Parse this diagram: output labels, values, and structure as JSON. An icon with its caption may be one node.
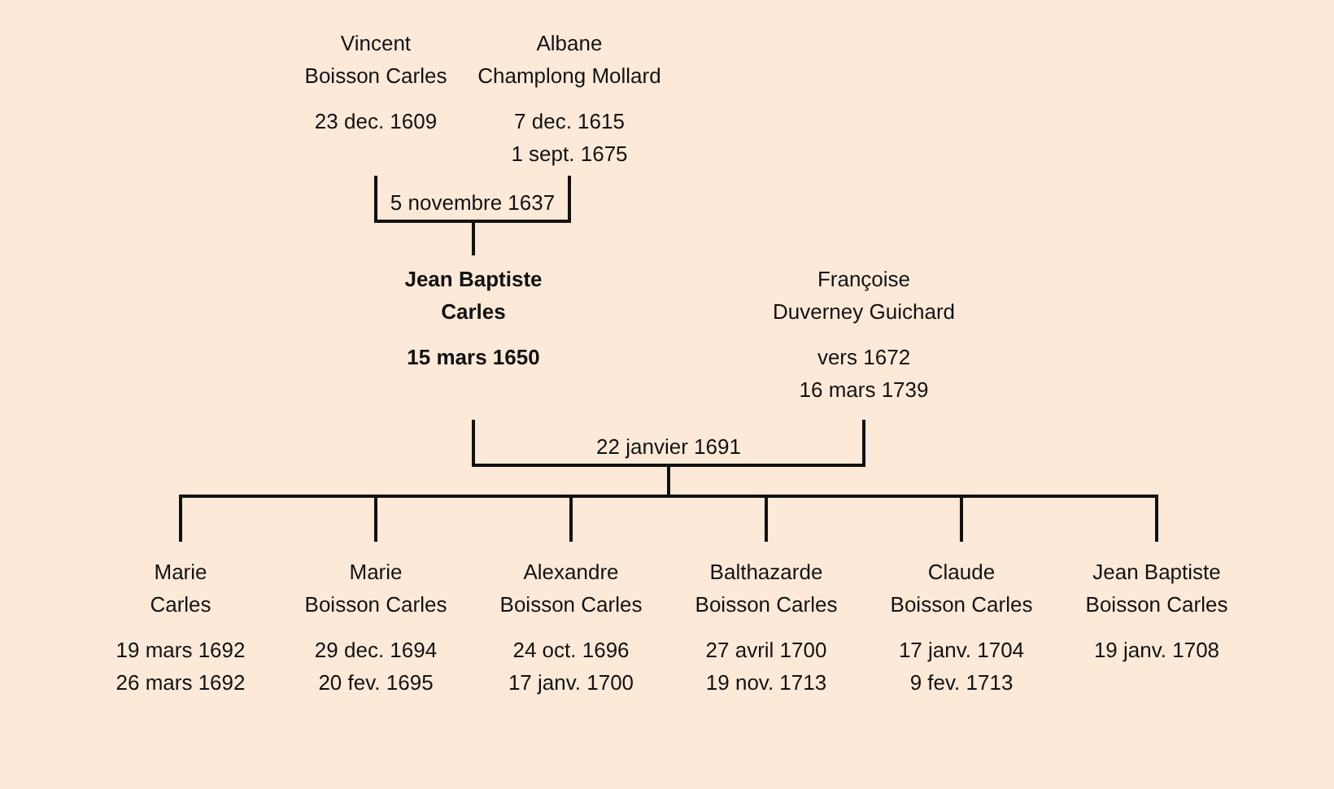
{
  "diagram": {
    "nodes": [
      {
        "text": [
          "Vincent",
          "Boisson Carles",
          "23 dec. 1609"
        ]
      },
      {
        "text": [
          "Albane",
          "Champlong Mollard",
          "7 dec. 1615",
          "1 sept. 1675"
        ]
      },
      {
        "text": [
          "Jean Baptiste",
          "Carles",
          "15 mars 1650"
        ]
      },
      {
        "text": [
          "Françoise",
          "Duverney Guichard",
          "vers 1672",
          "16 mars 1739"
        ]
      },
      {
        "text": [
          "Marie",
          "Carles",
          "19 mars 1692",
          "26 mars 1692"
        ]
      },
      {
        "text": [
          "Marie",
          "Boisson Carles",
          "29 dec. 1694",
          "20 fev. 1695"
        ]
      },
      {
        "text": [
          "Alexandre",
          "Boisson Carles",
          "24 oct. 1696",
          "17 janv. 1700"
        ]
      },
      {
        "text": [
          "Balthazarde",
          "Boisson Carles",
          "27 avril 1700",
          "19 nov. 1713"
        ]
      },
      {
        "text": [
          "Claude",
          "Boisson Carles",
          "17 janv. 1704",
          "9 fev. 1713"
        ]
      },
      {
        "text": [
          "Jean Baptiste",
          "Boisson Carles",
          "19 janv. 1708"
        ]
      }
    ],
    "edges": [
      {
        "from": 0,
        "to": 1,
        "arrow": "none",
        "label": "5 novembre 1637"
      },
      {
        "from": 0,
        "to": 2,
        "arrow": "none"
      },
      {
        "from": 1,
        "to": 2,
        "arrow": "none"
      },
      {
        "from": 2,
        "to": 3,
        "arrow": "none",
        "label": "22 janvier 1691"
      },
      {
        "from": 2,
        "to": 4,
        "arrow": "none"
      },
      {
        "from": 2,
        "to": 5,
        "arrow": "none"
      },
      {
        "from": 2,
        "to": 6,
        "arrow": "none"
      },
      {
        "from": 2,
        "to": 7,
        "arrow": "none"
      },
      {
        "from": 2,
        "to": 8,
        "arrow": "none"
      },
      {
        "from": 2,
        "to": 9,
        "arrow": "none"
      },
      {
        "from": 3,
        "to": 4,
        "arrow": "none"
      },
      {
        "from": 3,
        "to": 5,
        "arrow": "none"
      },
      {
        "from": 3,
        "to": 6,
        "arrow": "none"
      },
      {
        "from": 3,
        "to": 7,
        "arrow": "none"
      },
      {
        "from": 3,
        "to": 8,
        "arrow": "none"
      },
      {
        "from": 3,
        "to": 9,
        "arrow": "none"
      }
    ]
  }
}
